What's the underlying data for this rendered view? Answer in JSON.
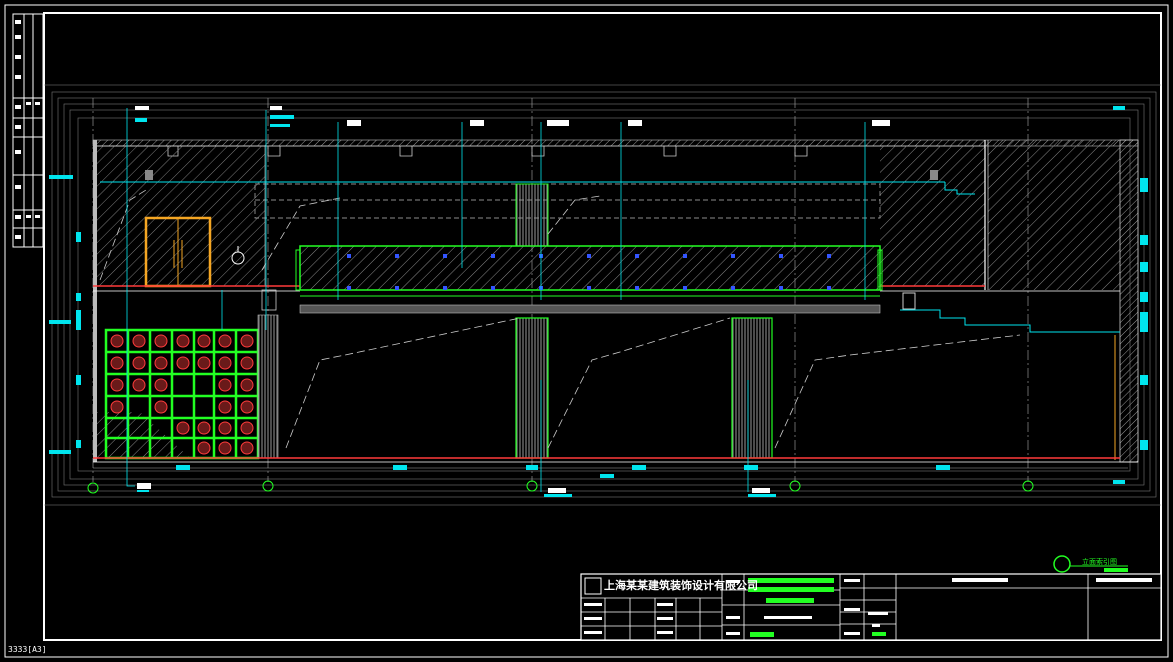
{
  "sheet": {
    "size_code": "A3",
    "bottom_label": "3333[A3]"
  },
  "title_block": {
    "company_name": "上海某某建筑装饰设计有限公司"
  },
  "legend": {
    "label": "立面索引图"
  },
  "colors": {
    "background": "#000000",
    "frame": "#ffffff",
    "dimension": "#00e5ee",
    "green": "#22ff22",
    "red": "#ff3b3b",
    "door": "#f5a623",
    "hatch": "#9a9a9a",
    "magenta": "#ff33ff",
    "blue": "#3355ff"
  }
}
